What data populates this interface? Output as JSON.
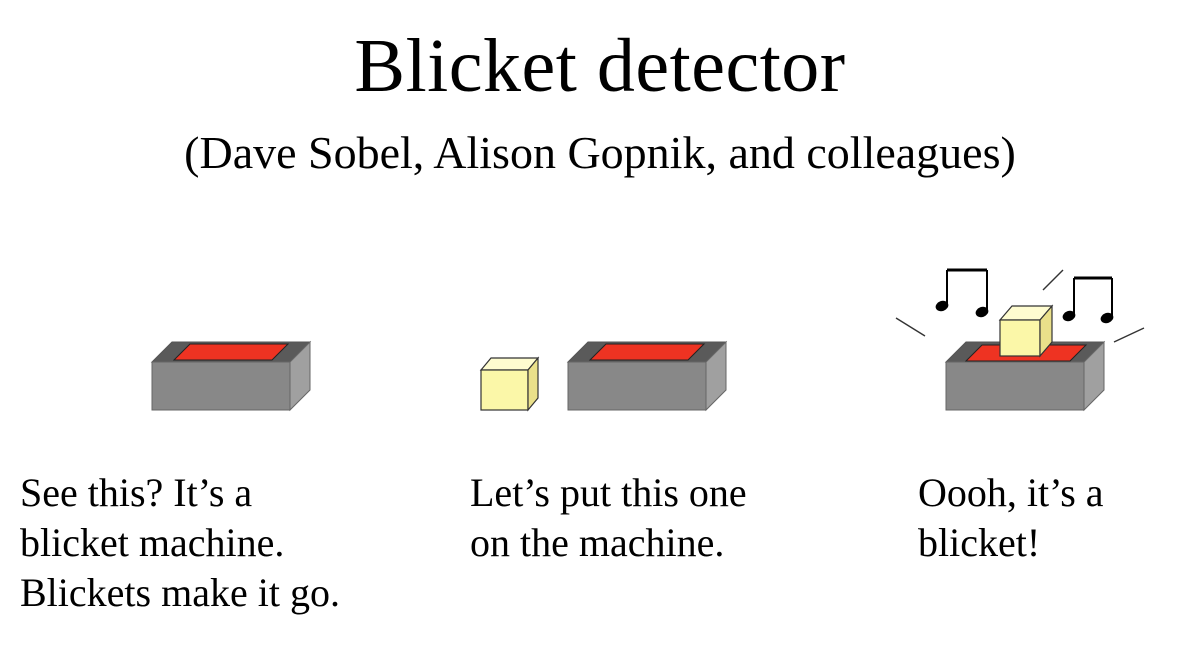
{
  "slide": {
    "title": "Blicket detector",
    "subtitle": "(Dave Sobel, Alison Gopnik, and colleagues)"
  },
  "panels": [
    {
      "caption_lines": [
        "See this?  It’s a",
        "blicket machine.",
        "Blickets make it go."
      ]
    },
    {
      "caption_lines": [
        "Let’s put this one",
        "on the machine."
      ]
    },
    {
      "caption_lines": [
        "Oooh, it’s a",
        "blicket!"
      ]
    }
  ],
  "colors": {
    "machine_front": "#888888",
    "machine_side": "#a0a0a0",
    "machine_top": "#5a5a5a",
    "machine_pad": "#ee3322",
    "block_front": "#fbf7a8",
    "block_top": "#fefcd0",
    "block_side": "#eae08a",
    "outline": "#333333"
  },
  "icons": [
    "blicket-machine-icon",
    "blicket-block-icon",
    "music-note-icon",
    "motion-line-icon"
  ]
}
